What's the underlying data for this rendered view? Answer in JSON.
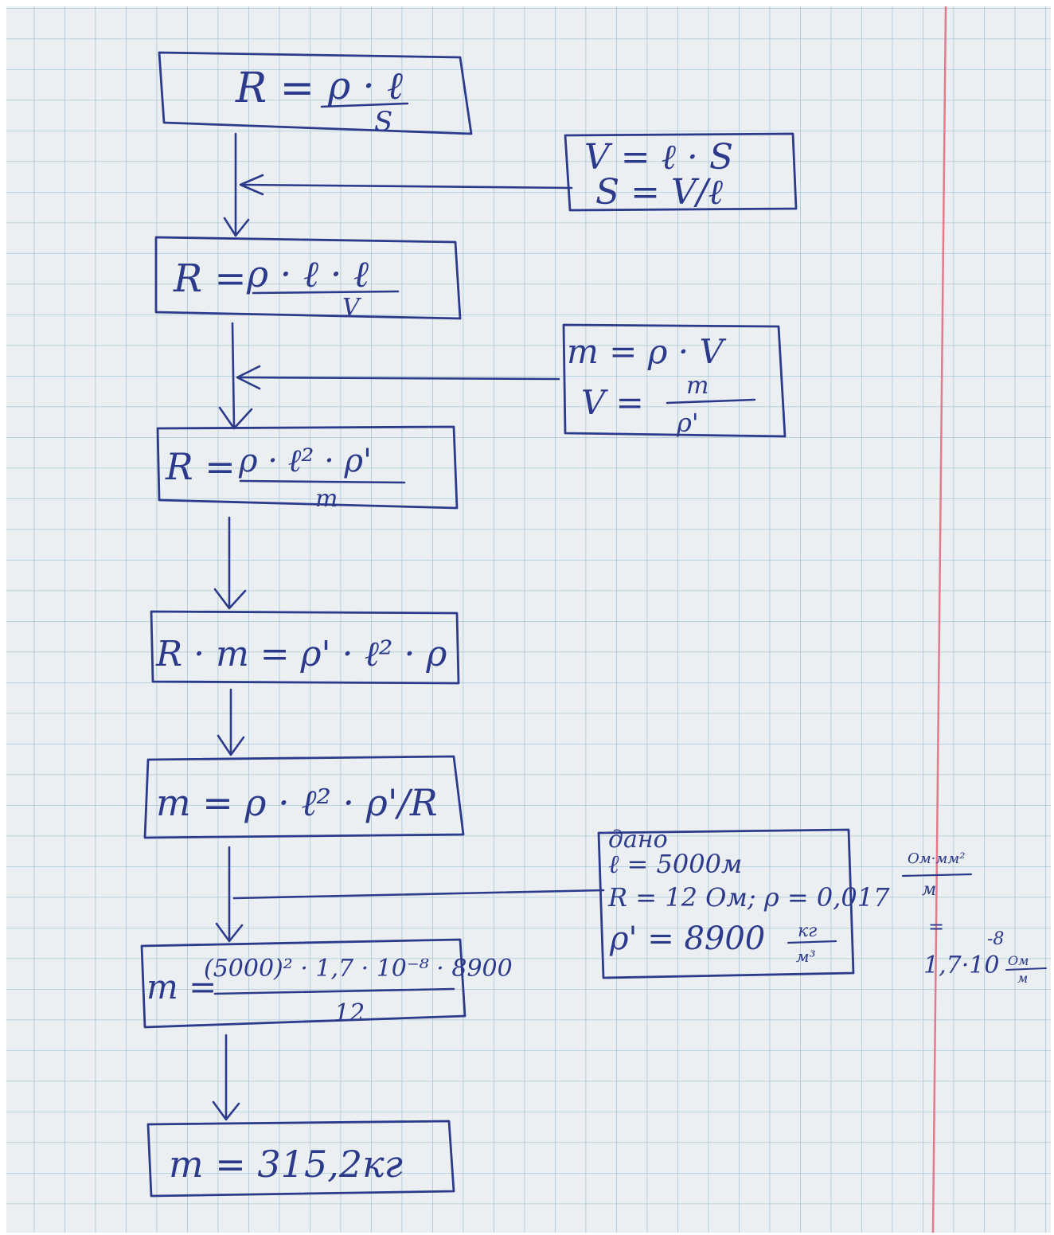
{
  "colors": {
    "paper": "#eceff1",
    "grid": "#a9c7d8",
    "margin_line": "#e27a8c",
    "ink": "#2c3a8c"
  },
  "boxes": {
    "formula_1": {
      "lhs": "R =",
      "num": "ρ · ℓ",
      "den": "S"
    },
    "volume_aux": {
      "line1": "V = ℓ · S",
      "line2": "S = V/ℓ"
    },
    "formula_2": {
      "lhs": "R =",
      "num": "ρ · ℓ · ℓ",
      "den": "V"
    },
    "mass_aux": {
      "line1": "m = ρ · V",
      "line2_lhs": "V =",
      "line2_num": "m",
      "line2_den": "ρ'"
    },
    "formula_3": {
      "lhs": "R =",
      "num": "ρ · ℓ² · ρ'",
      "den": "m"
    },
    "formula_4": {
      "text": "R · m = ρ' · ℓ² · ρ"
    },
    "formula_5": {
      "text": "m = ρ · ℓ² · ρ'/R"
    },
    "given": {
      "title": "дано",
      "line1": "ℓ = 5000м",
      "line2": "R = 12 Ом;  ρ = 0,017",
      "line2_unit_num": "Ом·мм²",
      "line2_unit_den": "м",
      "line3": "ρ' = 8900",
      "line3_unit_num": "кг",
      "line3_unit_den": "м³",
      "conv_eq": "=",
      "conv_val": "1,7·10",
      "conv_exp": "-8",
      "conv_unit_num": "Ом",
      "conv_unit_den": "м"
    },
    "formula_6": {
      "lhs": "m =",
      "num": "(5000)² · 1,7 · 10⁻⁸ · 8900",
      "den": "12"
    },
    "result": {
      "text": "m = 315,2кг"
    }
  }
}
